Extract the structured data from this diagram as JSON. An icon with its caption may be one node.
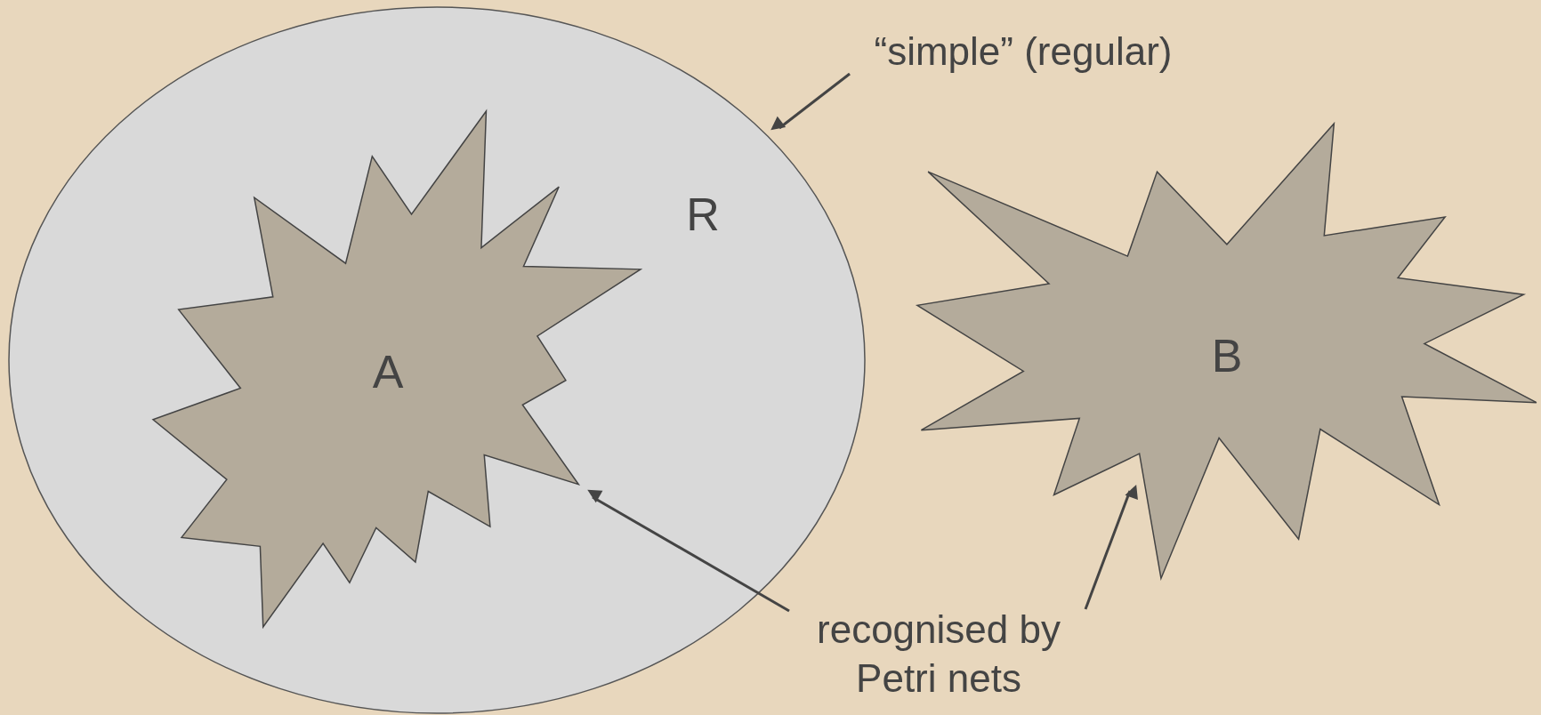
{
  "diagram": {
    "nodes": [
      {
        "text": [
          "R"
        ]
      },
      {
        "text": [
          "A"
        ],
        "in": 0
      },
      {
        "text": [
          "B"
        ]
      },
      {
        "text": [
          "“simple” (regular)"
        ]
      },
      {
        "text": [
          "recognised by Petri nets"
        ]
      }
    ],
    "edges": [
      {
        "from": 3,
        "to": 0,
        "arrow": "to"
      },
      {
        "from": 4,
        "to": 1,
        "arrow": "to"
      },
      {
        "from": 4,
        "to": 2,
        "arrow": "to"
      }
    ]
  }
}
